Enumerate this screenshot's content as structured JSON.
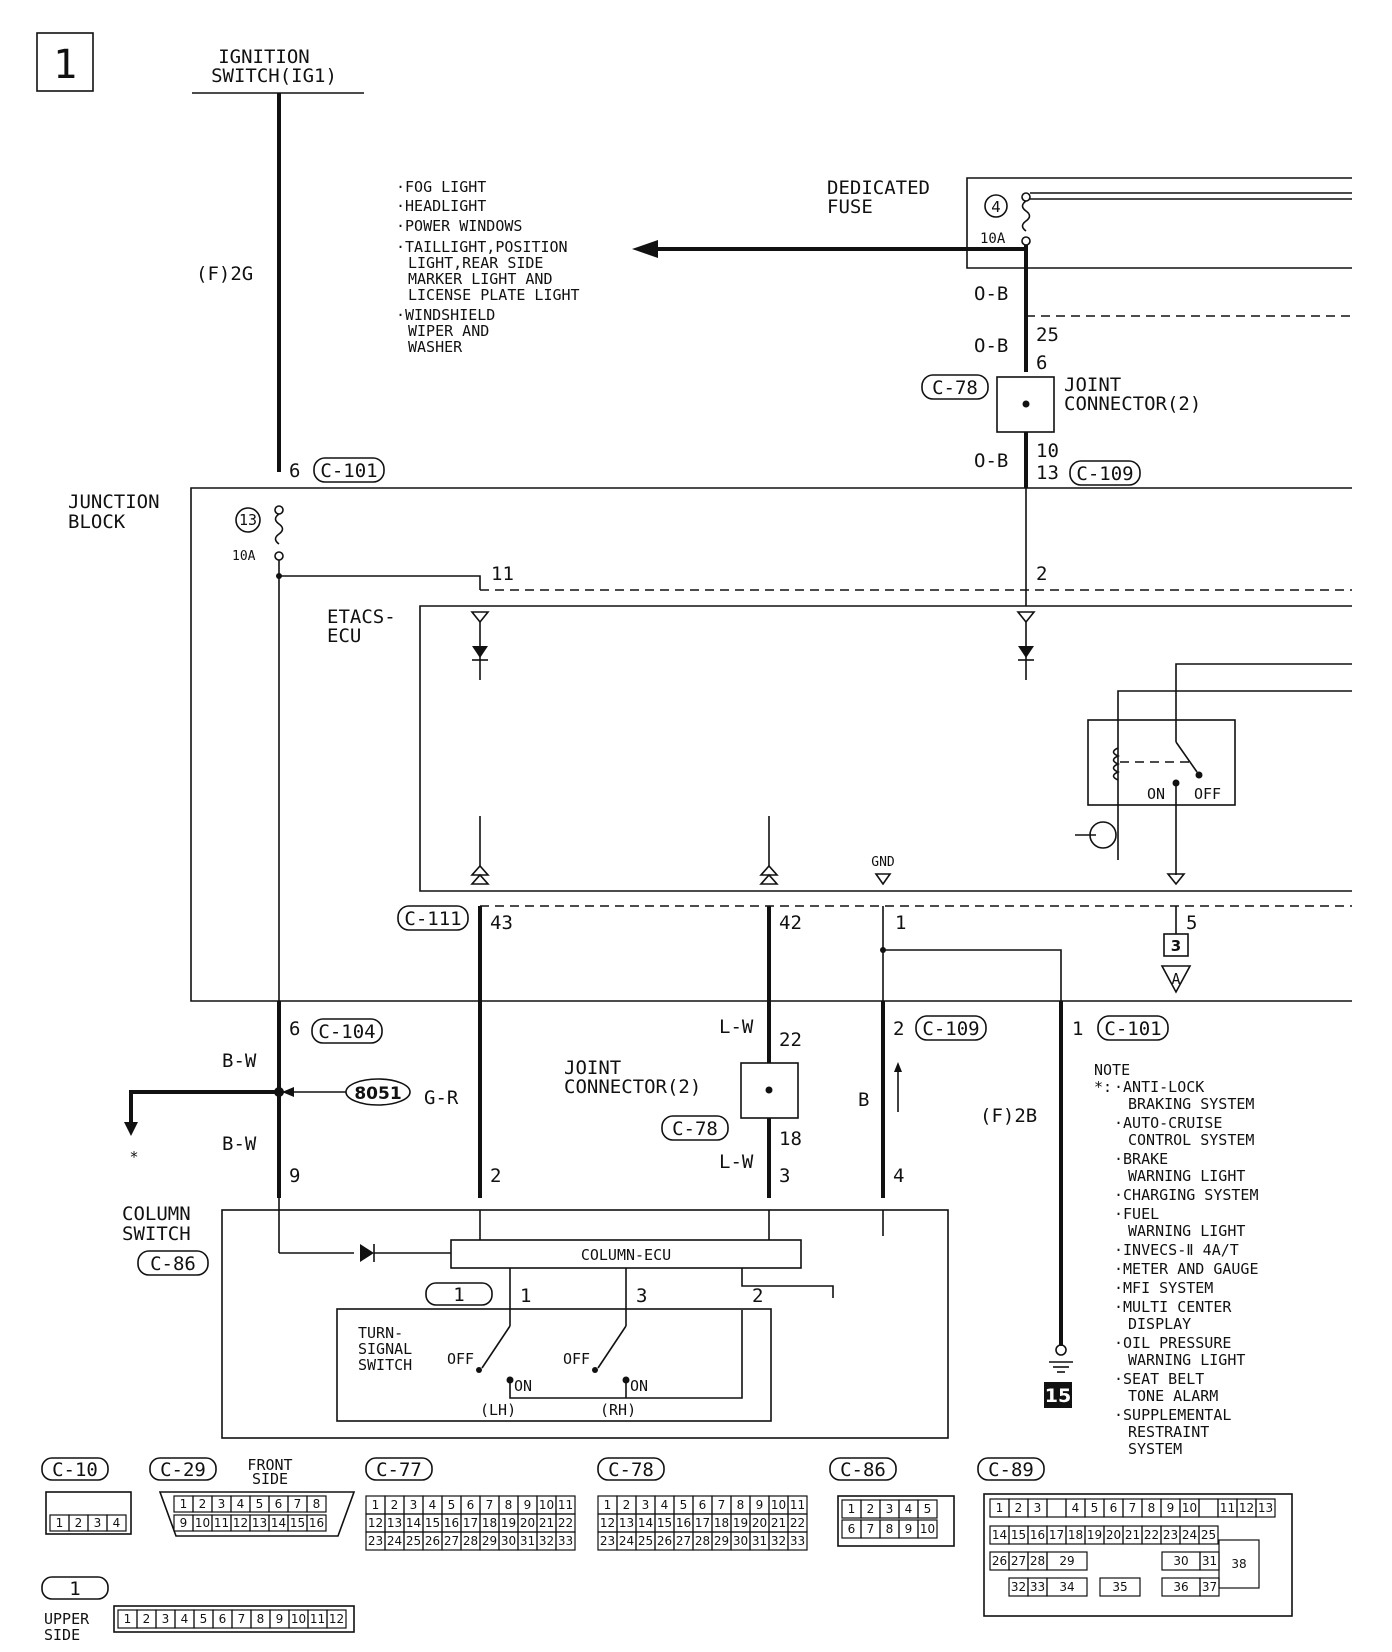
{
  "page_number": "1",
  "ignition": {
    "line1": "IGNITION",
    "line2": "SWITCH(IG1)"
  },
  "wire_f2g": "(F)2G",
  "fuse_feeds": [
    "·FOG LIGHT",
    "·HEADLIGHT",
    "·POWER WINDOWS",
    "·TAILLIGHT,POSITION",
    "LIGHT,REAR SIDE",
    "MARKER LIGHT AND",
    "LICENSE PLATE LIGHT",
    "·WINDSHIELD",
    "WIPER AND",
    "WASHER"
  ],
  "dedicated_fuse": {
    "line1": "DEDICATED",
    "line2": "FUSE",
    "number": "4",
    "rating": "10A"
  },
  "wire_ob": "O-B",
  "pins": {
    "p25": "25",
    "p6": "6",
    "p10": "10",
    "p13": "13",
    "p6b": "6",
    "p11": "11",
    "p2": "2",
    "p43": "43",
    "p42": "42",
    "p1": "1",
    "p5": "5",
    "p6c": "6",
    "p22": "22",
    "p18": "18",
    "p2b": "2",
    "p1b": "1",
    "p9": "9",
    "p2c": "2",
    "p3": "3",
    "p4": "4",
    "sw1": "1",
    "sw3": "3",
    "sw2": "2"
  },
  "joint_connector_top": {
    "id": "C-78",
    "line1": "JOINT",
    "line2": "CONNECTOR(2)"
  },
  "conn_labels": {
    "c101": "C-101",
    "c109": "C-109",
    "c111": "C-111",
    "c104": "C-104",
    "c109b": "C-109",
    "c101b": "C-101",
    "c78": "C-78",
    "c86": "C-86"
  },
  "junction_block": {
    "line1": "JUNCTION",
    "line2": "BLOCK",
    "fuse_number": "13",
    "fuse_rating": "10A"
  },
  "etacs": {
    "line1": "ETACS-",
    "line2": "ECU"
  },
  "gnd": "GND",
  "relay": {
    "on": "ON",
    "off": "OFF"
  },
  "ref_box": "3",
  "ref_tri": "A",
  "joint_connector_bottom": {
    "line1": "JOINT",
    "line2": "CONNECTOR(2)"
  },
  "wire_lw": "L-W",
  "wire_bw": "B-W",
  "wire_gr": "G-R",
  "wire_b": "B",
  "wire_f2b": "(F)2B",
  "splice": "8051",
  "asterisk": "*",
  "ground_ref": "15",
  "column_switch": {
    "line1": "COLUMN",
    "line2": "SWITCH",
    "ecu": "COLUMN-ECU",
    "ref": "1"
  },
  "turn_signal": {
    "line1": "TURN-",
    "line2": "SIGNAL",
    "line3": "SWITCH",
    "off": "OFF",
    "on": "ON",
    "lh": "(LH)",
    "rh": "(RH)"
  },
  "note": {
    "title": "NOTE",
    "prefix": "*:",
    "items": [
      "·ANTI-LOCK",
      "BRAKING SYSTEM",
      "·AUTO-CRUISE",
      "CONTROL SYSTEM",
      "·BRAKE",
      "WARNING LIGHT",
      "·CHARGING SYSTEM",
      "·FUEL",
      "WARNING LIGHT",
      "·INVECS-Ⅱ 4A/T",
      "·METER AND GAUGE",
      "·MFI SYSTEM",
      "·MULTI CENTER",
      "DISPLAY",
      "·OIL PRESSURE",
      "WARNING LIGHT",
      "·SEAT BELT",
      "TONE ALARM",
      "·SUPPLEMENTAL",
      "RESTRAINT",
      "SYSTEM"
    ]
  },
  "connectors": {
    "c10": {
      "label": "C-10"
    },
    "c29": {
      "label": "C-29",
      "side1": "FRONT",
      "side2": "SIDE"
    },
    "c77": {
      "label": "C-77"
    },
    "c78": {
      "label": "C-78"
    },
    "c86": {
      "label": "C-86"
    },
    "c89": {
      "label": "C-89"
    },
    "c1": {
      "label": "1",
      "side1": "UPPER",
      "side2": "SIDE"
    }
  }
}
